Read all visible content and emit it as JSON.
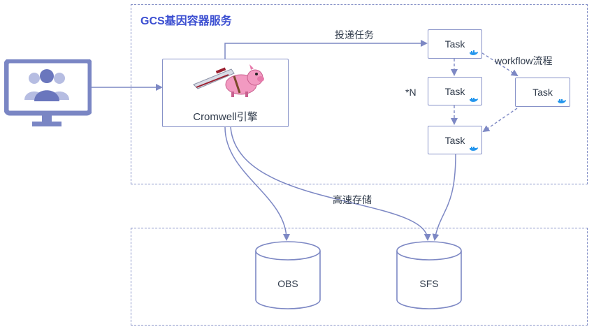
{
  "diagram": {
    "title": "GCS基因容器服务",
    "engine_label": "Cromwell引擎",
    "submit_label": "投递任务",
    "workflow_label": "workflow流程",
    "multiplier_label": "*N",
    "storage_label": "高速存储",
    "tasks": [
      "Task",
      "Task",
      "Task",
      "Task"
    ],
    "storage": {
      "obs": "OBS",
      "sfs": "SFS"
    },
    "icons": [
      "user-group-monitor-icon",
      "cromwell-pig-logo",
      "docker-whale-icon"
    ],
    "colors": {
      "line": "#7d88c4",
      "title": "#3c4fd1",
      "docker": "#2496ed",
      "pig": "#f29ac1"
    }
  }
}
